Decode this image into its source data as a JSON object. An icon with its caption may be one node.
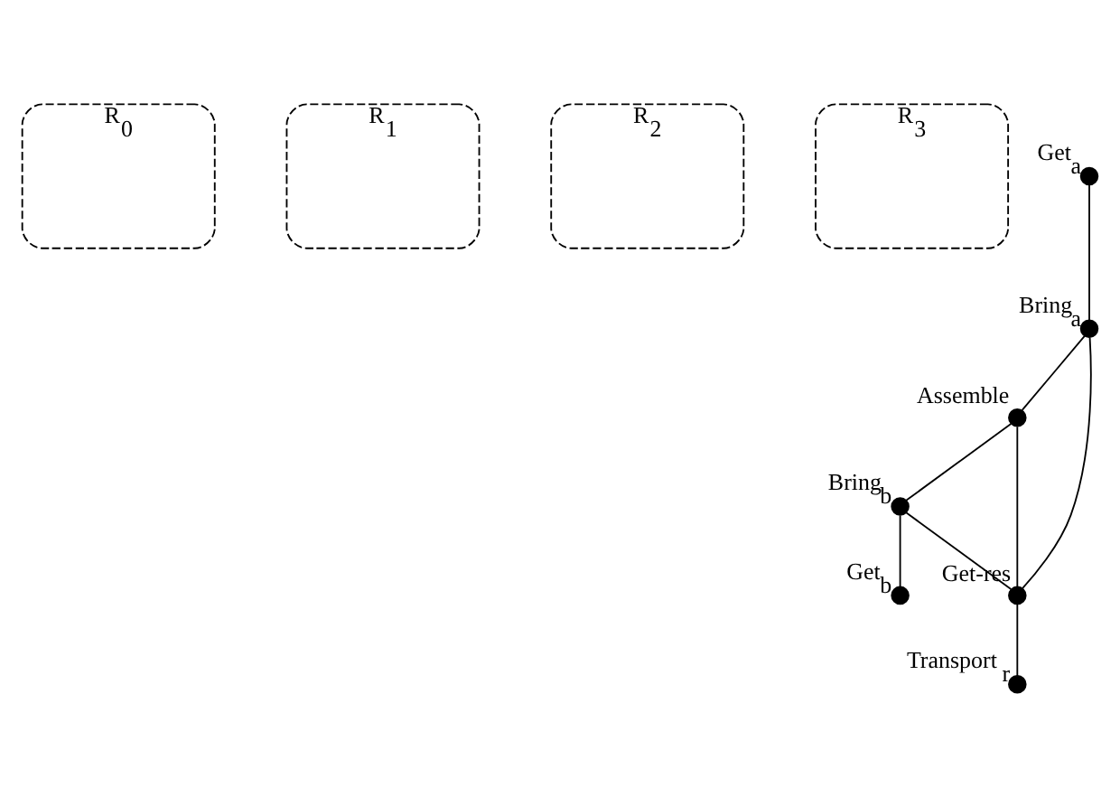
{
  "diagram": {
    "nodes": [
      {
        "text": [
          "R$_{0}$"
        ]
      },
      {
        "text": [
          "R$_{1}$"
        ]
      },
      {
        "text": [
          "R$_{2}$"
        ]
      },
      {
        "text": [
          "R$_{3}$"
        ]
      },
      {
        "text": [],
        "shape": "circle",
        "beside": [
          "Get$_{a}$"
        ]
      },
      {
        "text": [],
        "shape": "circle",
        "beside": [
          "Bring$_{a}$"
        ]
      },
      {
        "text": [],
        "shape": "circle",
        "beside": [
          "Assemble"
        ]
      },
      {
        "text": [],
        "shape": "circle",
        "beside": [
          "Bring$_{b}$"
        ]
      },
      {
        "text": [],
        "shape": "circle",
        "beside": [
          "Get$_{b}$"
        ]
      },
      {
        "text": [],
        "shape": "circle",
        "beside": [
          "Get-res"
        ]
      },
      {
        "text": [],
        "shape": "circle",
        "beside": [
          "Transport $_{r}$"
        ]
      }
    ],
    "edges": [
      {
        "from": 4,
        "to": 5,
        "arrow": "none"
      },
      {
        "from": 5,
        "to": 6,
        "arrow": "none"
      },
      {
        "from": 5,
        "to": 9,
        "arrow": "none"
      },
      {
        "from": 6,
        "to": 9,
        "arrow": "none"
      },
      {
        "from": 6,
        "to": 7,
        "arrow": "none"
      },
      {
        "from": 7,
        "to": 9,
        "arrow": "none"
      },
      {
        "from": 7,
        "to": 8,
        "arrow": "none"
      },
      {
        "from": 9,
        "to": 10,
        "arrow": "none"
      }
    ]
  }
}
